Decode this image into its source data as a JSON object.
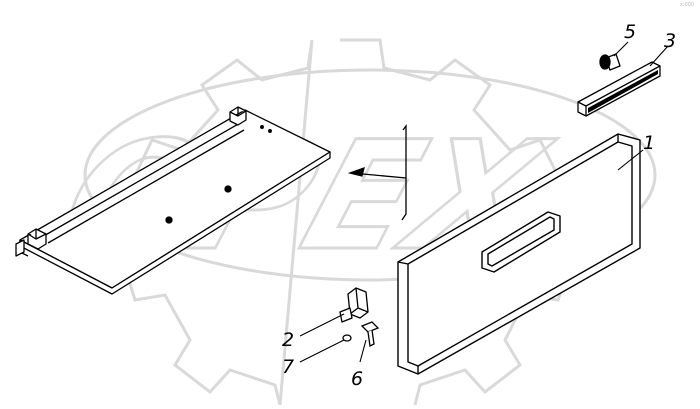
{
  "callouts": {
    "c1": "1",
    "c2": "2",
    "c3": "3",
    "c5": "5",
    "c6": "6",
    "c7": "7"
  },
  "watermark": {
    "text": "OPEX"
  },
  "corner_code": "x:000",
  "colors": {
    "line": "#000000",
    "watermark": "#d9d9d9",
    "paper": "#ffffff"
  }
}
